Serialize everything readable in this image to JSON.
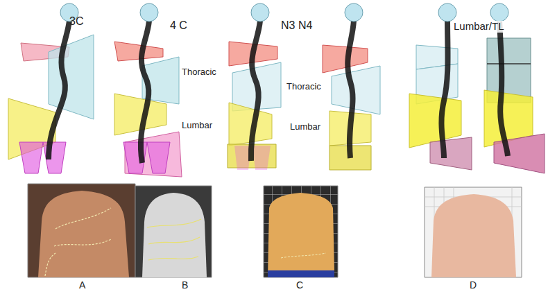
{
  "diagram": {
    "labels": [
      "3C",
      "4 C",
      "N3 N4",
      "Thoracic",
      "Lumbar",
      "Thoracic",
      "Lumbar",
      "Lumbar/TL",
      "A",
      "B",
      "C",
      "D"
    ]
  }
}
